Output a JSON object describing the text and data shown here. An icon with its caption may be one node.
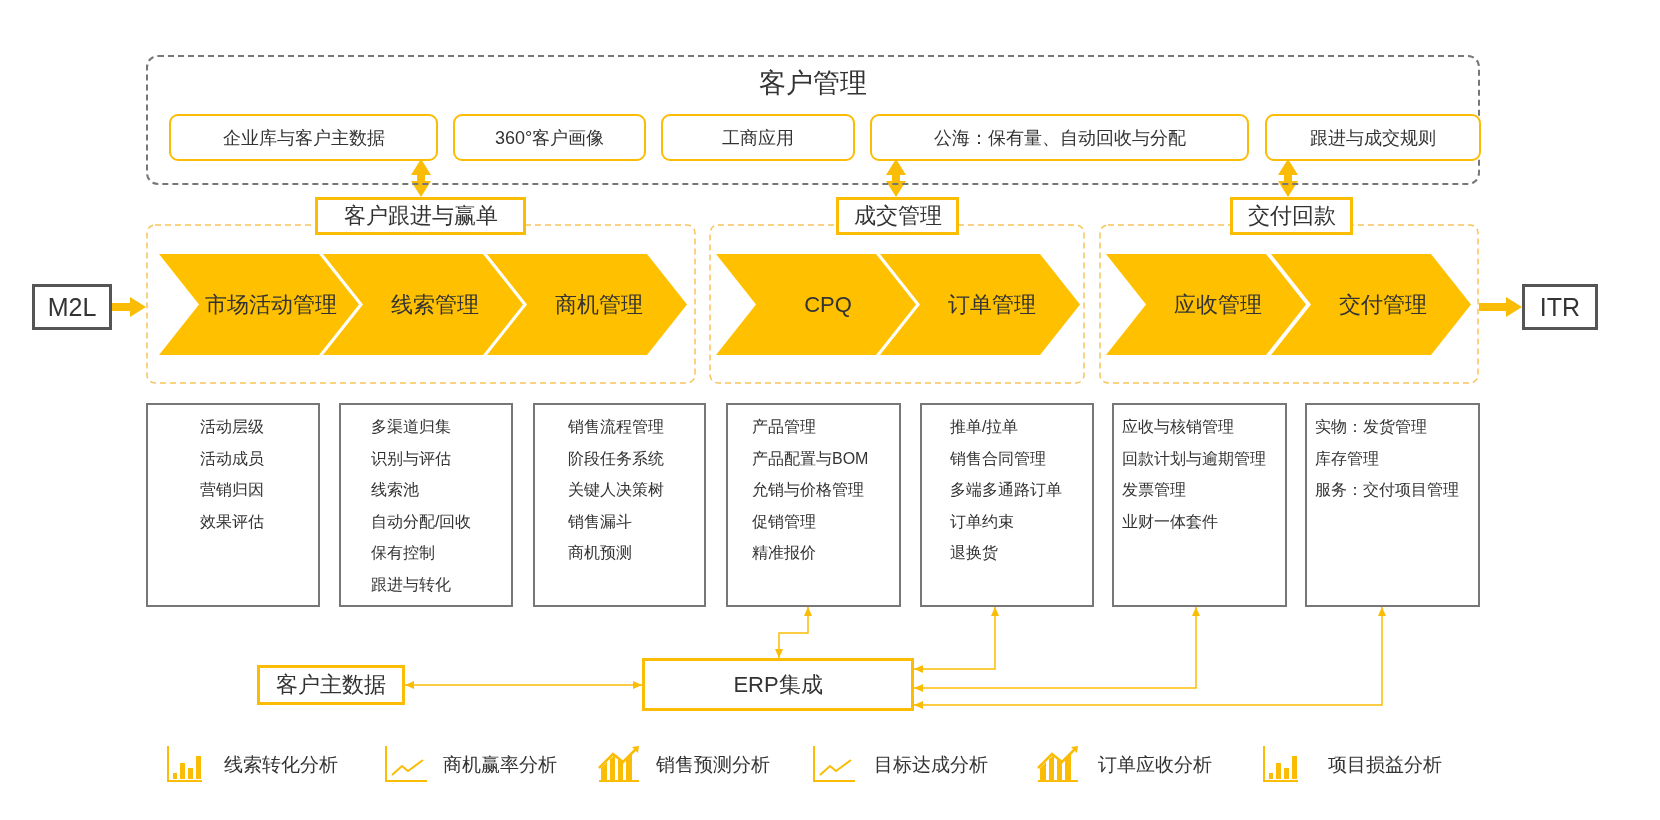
{
  "diagram": {
    "nodes": [
      {
        "text": [
          "客户管理"
        ]
      },
      {
        "text": [
          "企业库与客户主数据"
        ],
        "in": 0
      },
      {
        "text": [
          "360°客户画像"
        ],
        "in": 0
      },
      {
        "text": [
          "工商应用"
        ],
        "in": 0
      },
      {
        "text": [
          "公海：保有量、自动回收与分配"
        ],
        "in": 0
      },
      {
        "text": [
          "跟进与成交规则"
        ],
        "in": 0
      },
      {
        "text": [
          "M2L"
        ]
      },
      {
        "text": [
          "客户跟进与赢单"
        ]
      },
      {
        "text": [
          "市场活动管理"
        ],
        "in": 7
      },
      {
        "text": [
          "线索管理"
        ],
        "in": 7
      },
      {
        "text": [
          "商机管理"
        ],
        "in": 7
      },
      {
        "text": [
          "成交管理"
        ]
      },
      {
        "text": [
          "CPQ"
        ],
        "in": 11
      },
      {
        "text": [
          "订单管理"
        ],
        "in": 11
      },
      {
        "text": [
          "交付回款"
        ]
      },
      {
        "text": [
          "应收管理"
        ],
        "in": 14
      },
      {
        "text": [
          "交付管理"
        ],
        "in": 14
      },
      {
        "text": [
          "ITR"
        ]
      },
      {
        "text": [
          "活动层级",
          "活动成员",
          "营销归因",
          "效果评估"
        ]
      },
      {
        "text": [
          "多渠道归集",
          "识别与评估",
          "线索池",
          "自动分配/回收",
          "保有控制",
          "跟进与转化"
        ]
      },
      {
        "text": [
          "销售流程管理",
          "阶段任务系统",
          "关键人决策树",
          "销售漏斗",
          "商机预测"
        ]
      },
      {
        "text": [
          "产品管理",
          "产品配置与BOM",
          "允销与价格管理",
          "促销管理",
          "精准报价"
        ]
      },
      {
        "text": [
          "推单/拉单",
          "销售合同管理",
          "多端多通路订单",
          "订单约束",
          "退换货"
        ]
      },
      {
        "text": [
          "应收与核销管理",
          "回款计划与逾期管理",
          "发票管理",
          "业财一体套件"
        ]
      },
      {
        "text": [
          "实物：发货管理",
          "库存管理",
          "服务：交付项目管理"
        ]
      },
      {
        "text": [
          "客户主数据"
        ]
      },
      {
        "text": [
          "ERP集成"
        ]
      }
    ],
    "edges": [
      {
        "from": 1,
        "to": 7,
        "arrow": "both",
        "style": "thick"
      },
      {
        "from": 4,
        "to": 11,
        "arrow": "both",
        "style": "thick"
      },
      {
        "from": 5,
        "to": 14,
        "arrow": "both",
        "style": "thick"
      },
      {
        "from": 6,
        "to": 7,
        "arrow": "to",
        "style": "thick"
      },
      {
        "from": 14,
        "to": 17,
        "arrow": "to",
        "style": "thick"
      },
      {
        "from": 25,
        "to": 26,
        "arrow": "both"
      },
      {
        "from": 26,
        "to": 21,
        "arrow": "both"
      },
      {
        "from": 26,
        "to": 22,
        "arrow": "both"
      },
      {
        "from": 26,
        "to": 23,
        "arrow": "both"
      },
      {
        "from": 26,
        "to": 24,
        "arrow": "both"
      }
    ],
    "labels": [
      "线索转化分析",
      "商机赢率分析",
      "销售预测分析",
      "目标达成分析",
      "订单应收分析",
      "项目损益分析"
    ]
  }
}
